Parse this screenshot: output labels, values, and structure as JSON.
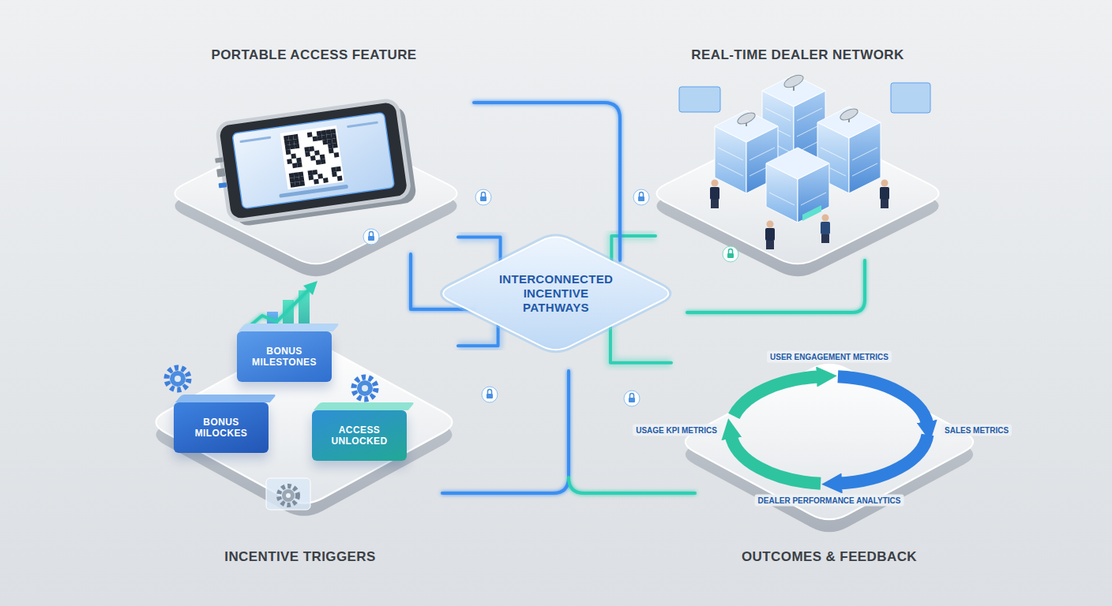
{
  "diagram": {
    "nodes": [
      {
        "text": [
          "PORTABLE ACCESS FEATURE"
        ]
      },
      {
        "text": [
          "REAL-TIME DEALER NETWORK"
        ]
      },
      {
        "text": [
          "INTERCONNECTED INCENTIVE PATHWAYS"
        ]
      },
      {
        "text": [
          "INCENTIVE TRIGGERS"
        ]
      },
      {
        "text": [
          "BONUS MILOCKES"
        ],
        "in": 3
      },
      {
        "text": [
          "BONUS MILESTONES"
        ],
        "in": 3
      },
      {
        "text": [
          "ACCESS UNLOCKED"
        ],
        "in": 3
      },
      {
        "text": [
          "OUTCOMES & FEEDBACK"
        ]
      }
    ],
    "edges": [
      {
        "from": 0,
        "to": 2,
        "arrow": "none"
      },
      {
        "from": 1,
        "to": 2,
        "arrow": "none"
      },
      {
        "from": 2,
        "to": 3,
        "arrow": "none"
      },
      {
        "from": 2,
        "to": 7,
        "arrow": "none"
      }
    ],
    "labels": [
      "USER ENGAGEMENT METRICS",
      "SALES METRICS",
      "DEALER PERFORMANCE ANALYTICS",
      "USAGE KPI METRICS"
    ]
  }
}
